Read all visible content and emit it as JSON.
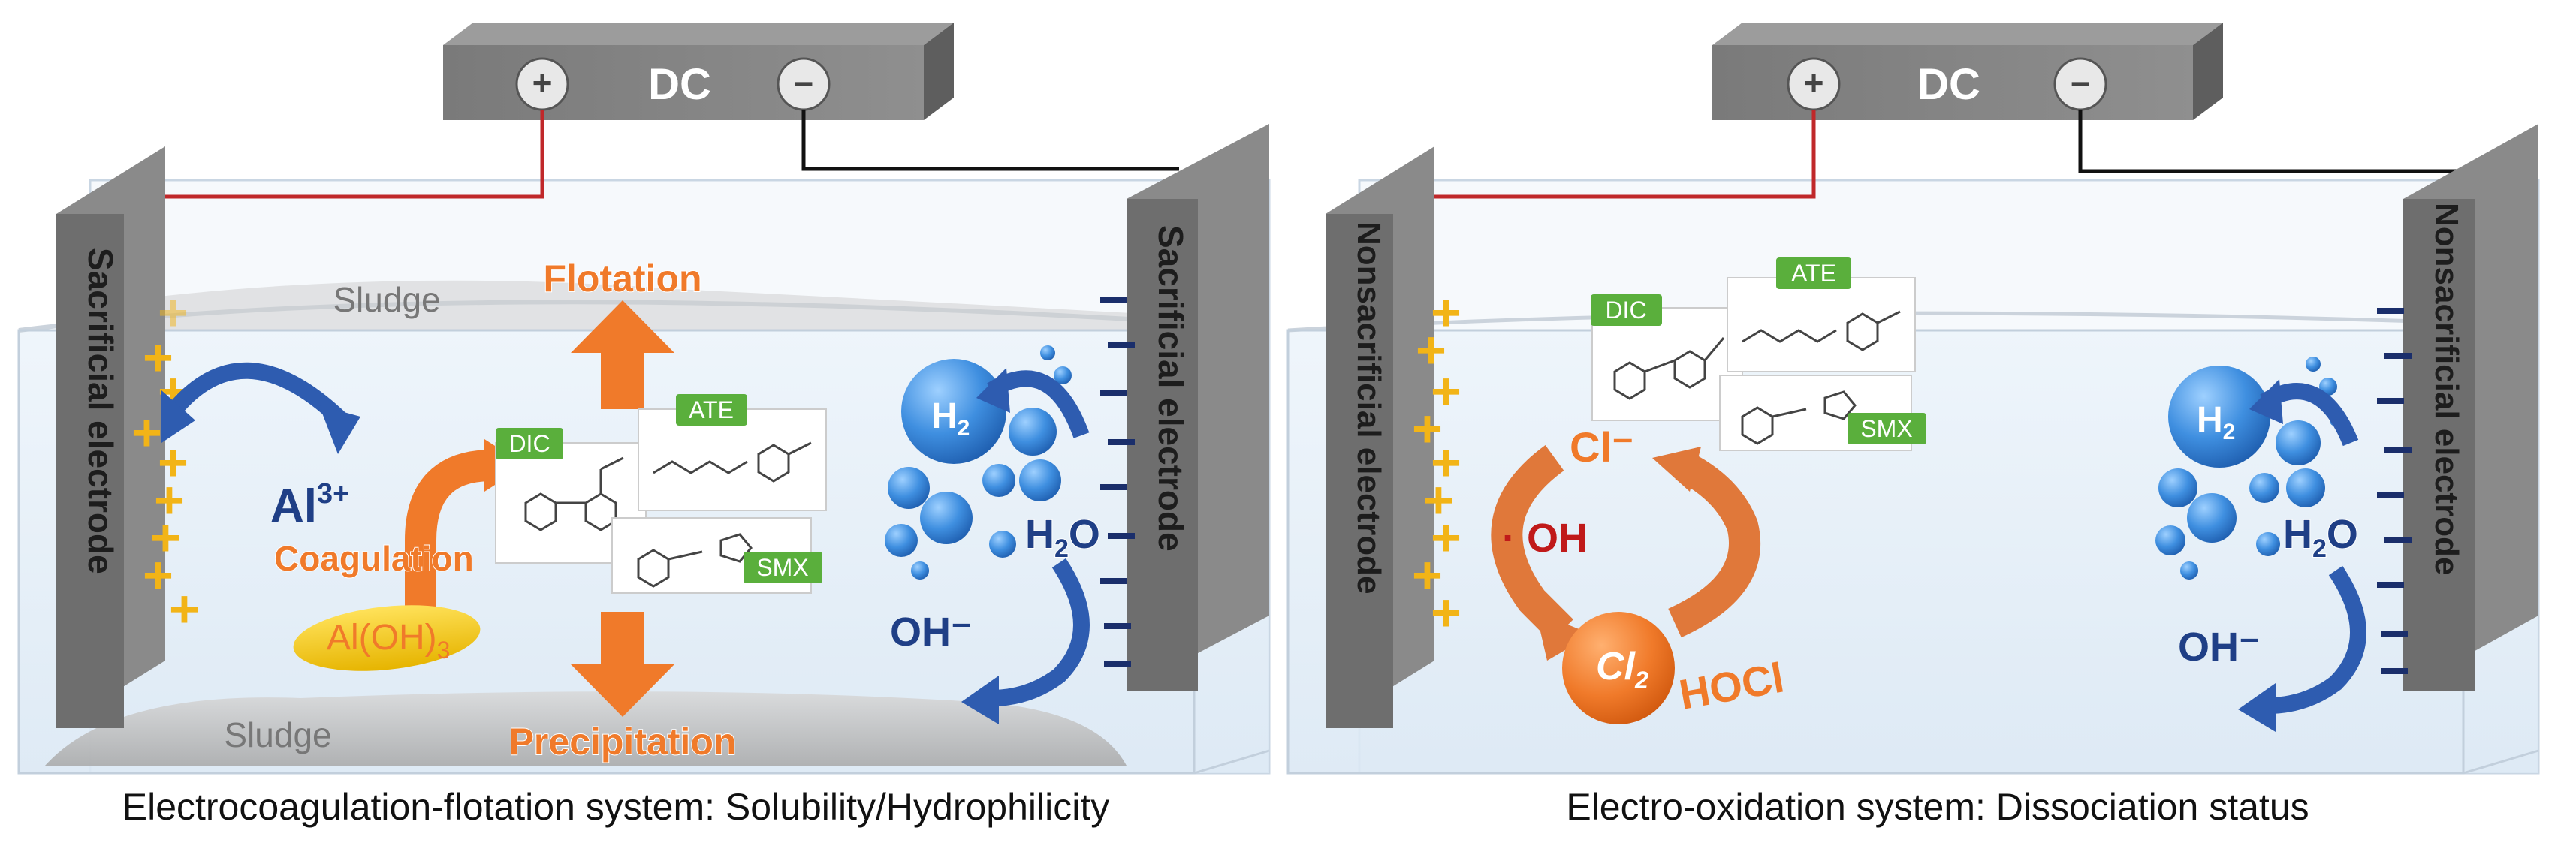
{
  "panels": [
    {
      "power_label": "DC",
      "plus_symbol": "+",
      "minus_symbol": "–",
      "left_electrode": "Sacrificial electrode",
      "right_electrode": "Sacrificial electrode",
      "sludge_top": "Sludge",
      "sludge_bottom": "Sludge",
      "flotation": "Flotation",
      "precipitation": "Precipitation",
      "coagulation": "Coagulation",
      "al_ion": "Al",
      "al_ion_charge": "3+",
      "al_hydroxide": "Al(OH)",
      "al_hydroxide_sub": "3",
      "h2": "H",
      "h2_sub": "2",
      "h2o": "H",
      "h2o_sub": "2",
      "h2o_end": "O",
      "oh_ion": "OH⁻",
      "compounds": [
        "DIC",
        "ATE",
        "SMX"
      ],
      "caption": "Electrocoagulation-flotation system: Solubility/Hydrophilicity"
    },
    {
      "power_label": "DC",
      "plus_symbol": "+",
      "minus_symbol": "–",
      "left_electrode": "Nonsacrificial electrode",
      "right_electrode": "Nonsacrificial electrode",
      "cl_ion": "Cl⁻",
      "radical": "· OH",
      "cl2": "Cl",
      "cl2_sub": "2",
      "hocl": "HOCl",
      "h2": "H",
      "h2_sub": "2",
      "h2o": "H",
      "h2o_sub": "2",
      "h2o_end": "O",
      "oh_ion": "OH⁻",
      "compounds": [
        "DIC",
        "ATE",
        "SMX"
      ],
      "caption": "Electro-oxidation system: Dissociation status"
    }
  ],
  "colors": {
    "orange": "#F07A2A",
    "blue_text": "#1F3F86",
    "green_tag": "#5AAF3C",
    "electrode": "#6E6E6E",
    "plus": "#F2B417",
    "minus": "#1A2E6B",
    "red_wire": "#C0282A",
    "dark_red": "#C01A1A"
  }
}
